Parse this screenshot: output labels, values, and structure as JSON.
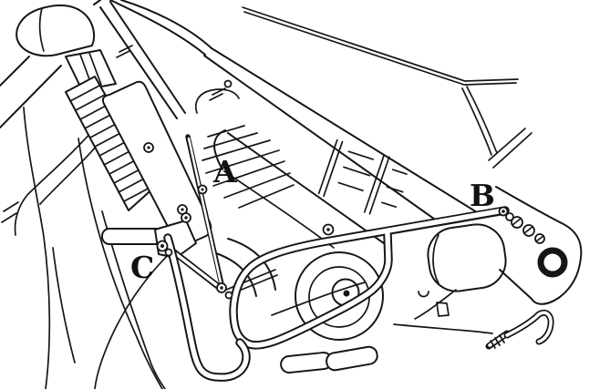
{
  "figure": {
    "background_color": "#ffffff",
    "ink_color": "#161616",
    "callouts": [
      {
        "label": "A"
      },
      {
        "label": "B"
      },
      {
        "label": "C"
      }
    ]
  }
}
